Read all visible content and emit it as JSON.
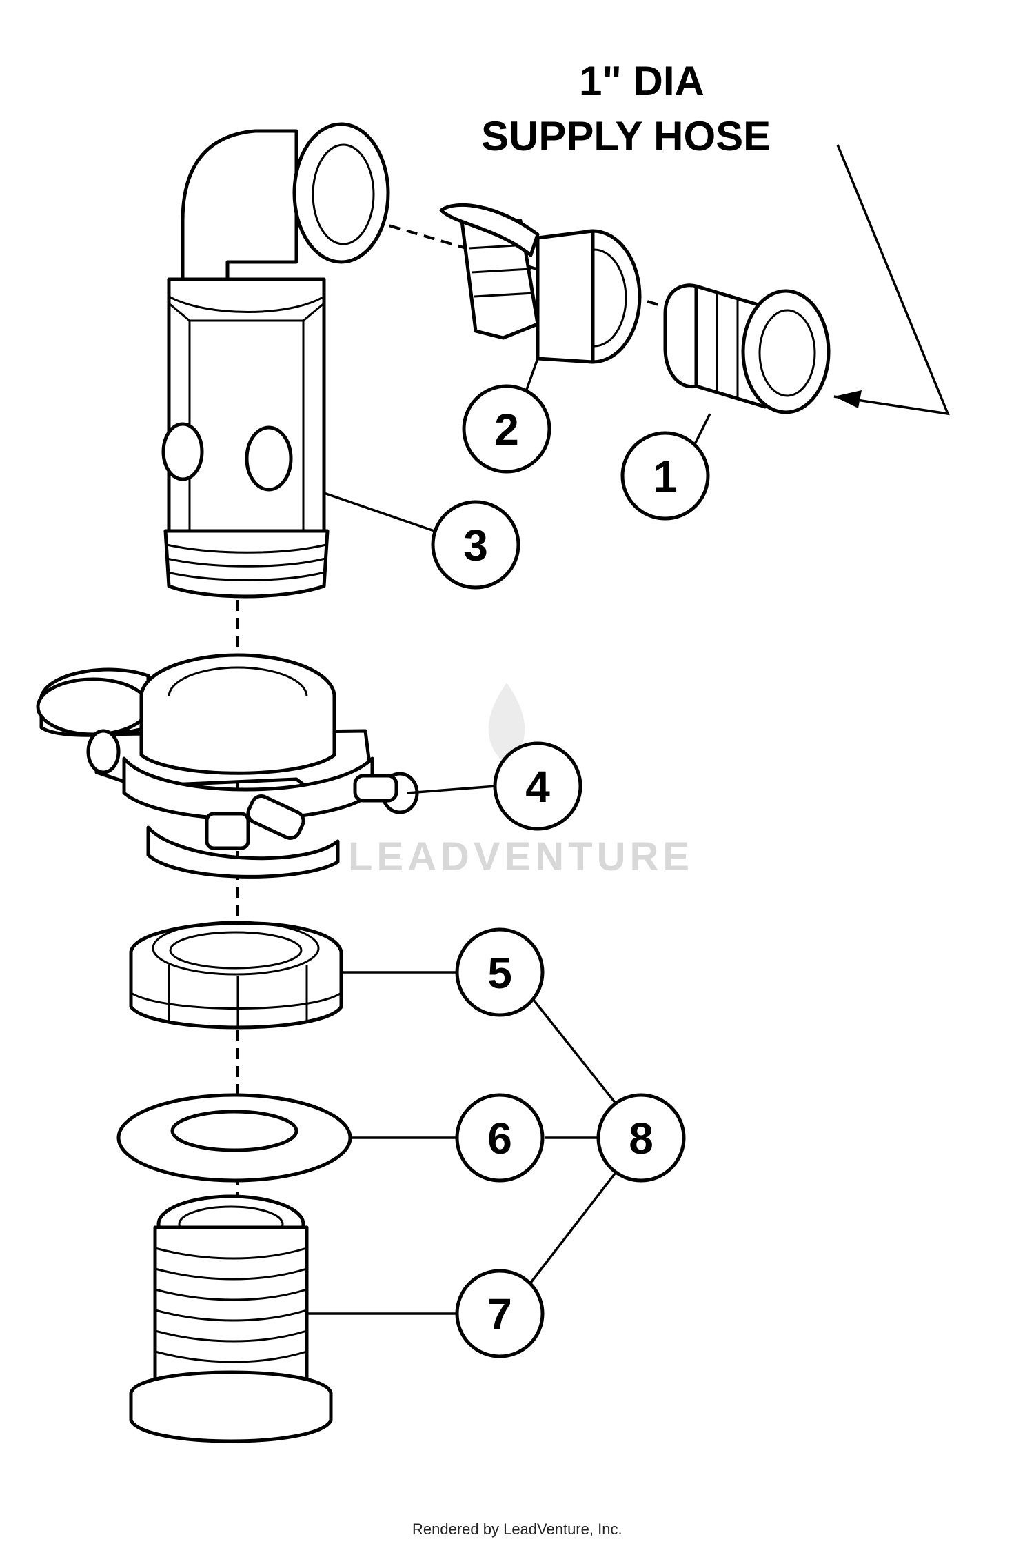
{
  "diagram": {
    "hose_label_line1": "1\" DIA",
    "hose_label_line2": "SUPPLY HOSE",
    "callouts": [
      "1",
      "2",
      "3",
      "4",
      "5",
      "6",
      "7",
      "8"
    ],
    "watermark": "LEADVENTURE",
    "footer": "Rendered by LeadVenture, Inc."
  }
}
